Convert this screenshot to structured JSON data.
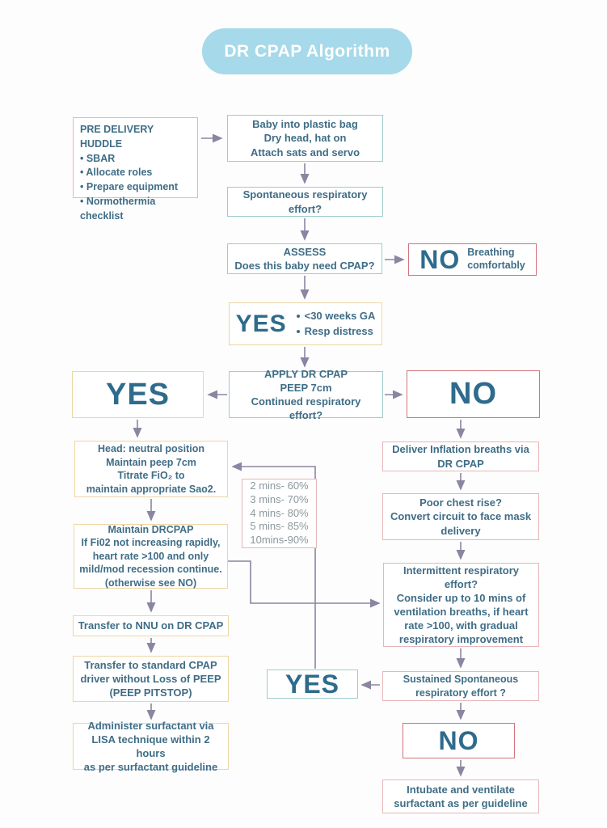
{
  "title": "DR CPAP Algorithm",
  "colors": {
    "pill_bg": "#a6d9e9",
    "teal_border": "#9ecdcb",
    "pink_border": "#e7b6ba",
    "red_border": "#d2747b",
    "yellow_border": "#edd6a4",
    "text": "#3f6d86",
    "big_text": "#2e6b8c",
    "muted_text": "#8d979c",
    "arrow": "#8b85a1"
  },
  "nodes": {
    "pre_huddle": {
      "title": "PRE DELIVERY HUDDLE",
      "lines": [
        "• SBAR",
        "• Allocate roles",
        "• Prepare equipment",
        "• Normothermia",
        "checklist"
      ]
    },
    "baby_bag": {
      "text": "Baby into plastic bag\nDry head, hat on\nAttach sats and servo"
    },
    "spont_effort": {
      "text": "Spontaneous respiratory\neffort?"
    },
    "assess": {
      "text": "ASSESS\nDoes this baby need CPAP?"
    },
    "no_breathing": {
      "label": "NO",
      "text": "Breathing\ncomfortably"
    },
    "yes_criteria": {
      "label": "YES",
      "items": [
        "<30 weeks GA",
        "Resp distress"
      ]
    },
    "apply_cpap": {
      "text": "APPLY DR CPAP\nPEEP 7cm\nContinued respiratory effort?"
    },
    "yes_left": {
      "label": "YES"
    },
    "no_right": {
      "label": "NO"
    },
    "head_neutral": {
      "text": "Head: neutral position\nMaintain peep 7cm\nTitrate FiO₂ to\nmaintain appropriate Sao2."
    },
    "sats_targets": {
      "lines": [
        "2 mins- 60%",
        "3 mins- 70%",
        "4 mins- 80%",
        "5 mins- 85%",
        "10mins-90%"
      ]
    },
    "deliver_inflation": {
      "text": "Deliver Inflation breaths via\nDR CPAP"
    },
    "poor_chest": {
      "text": "Poor chest rise?\nConvert circuit to face mask\ndelivery"
    },
    "maintain_drcpap": {
      "text": "Maintain DRCPAP\nIf Fi02 not increasing rapidly,\nheart rate >100 and only\nmild/mod recession continue.\n(otherwise see NO)"
    },
    "intermittent": {
      "text": "Intermittent respiratory\neffort?\nConsider up to 10 mins of\nventilation breaths, if heart\nrate >100, with gradual\nrespiratory improvement"
    },
    "transfer_nnu": {
      "text": "Transfer to NNU on DR CPAP"
    },
    "transfer_cpap": {
      "text": "Transfer to standard CPAP\ndriver without Loss of PEEP\n(PEEP PITSTOP)"
    },
    "yes_bottom": {
      "label": "YES"
    },
    "sustained": {
      "text": "Sustained Spontaneous\nrespiratory effort ?"
    },
    "no_bottom": {
      "label": "NO"
    },
    "administer_surfactant": {
      "text": "Administer surfactant via\nLISA technique within 2 hours\nas per surfactant guideline"
    },
    "intubate": {
      "text": "Intubate and ventilate\nsurfactant as per guideline"
    }
  }
}
